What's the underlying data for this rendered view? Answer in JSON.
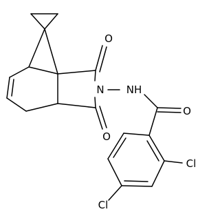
{
  "molecule": {
    "atom_labels": {
      "o_upper": "O",
      "o_lower": "O",
      "o_amide": "O",
      "n_imide": "N",
      "nh_amide": "NH",
      "cl_ortho": "Cl",
      "cl_para": "Cl"
    }
  }
}
